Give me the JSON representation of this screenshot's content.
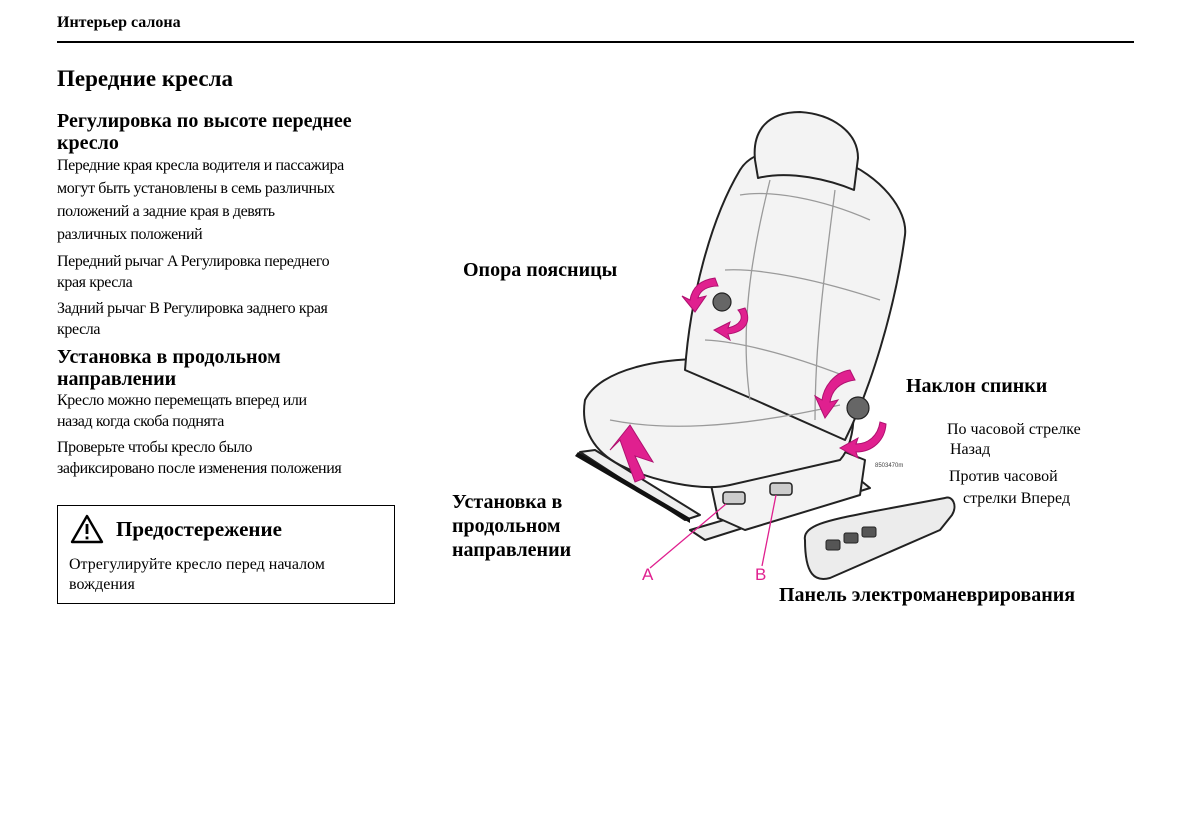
{
  "header": {
    "section": "Интерьер салона",
    "title": "Передние кресла"
  },
  "height_adjust": {
    "heading_line1": "Регулировка по высоте переднее",
    "heading_line2": "кресло",
    "p1_line1": "Передние края кресла водителя и пассажира",
    "p1_line2": "могут быть установлены в семь различных",
    "p1_line3": "положений а задние края в девять",
    "p1_line4": "различных положений",
    "p2_line1": "Передний рычаг A Регулировка переднего",
    "p2_line2": "края кресла",
    "p3_line1": "Задний рычаг B Регулировка заднего края",
    "p3_line2": "кресла"
  },
  "longitudinal": {
    "heading_line1": "Установка в продольном",
    "heading_line2": "направлении",
    "p1_line1": "Кресло можно перемещать вперед или",
    "p1_line2": "назад когда скоба поднята",
    "p2_line1": "Проверьте чтобы кресло было",
    "p2_line2": "зафиксировано после изменения положения"
  },
  "warning": {
    "icon": "warning-triangle-icon",
    "title": "Предостережение",
    "text_line1": "Отрегулируйте кресло перед началом",
    "text_line2": "вождения"
  },
  "figure": {
    "lumbar": "Опора поясницы",
    "backrest_tilt": "Наклон спинки",
    "clockwise_line1": "По часовой стрелке",
    "clockwise_line2": "Назад",
    "counter_line1": "Против часовой",
    "counter_line2": "стрелки Вперед",
    "longitudinal_line1": "Установка в",
    "longitudinal_line2": "продольном",
    "longitudinal_line3": "направлении",
    "lever_a": "A",
    "lever_b": "B",
    "panel": "Панель электроманеврирования",
    "image_code": "8503470m",
    "accent_color": "#e0208f"
  }
}
